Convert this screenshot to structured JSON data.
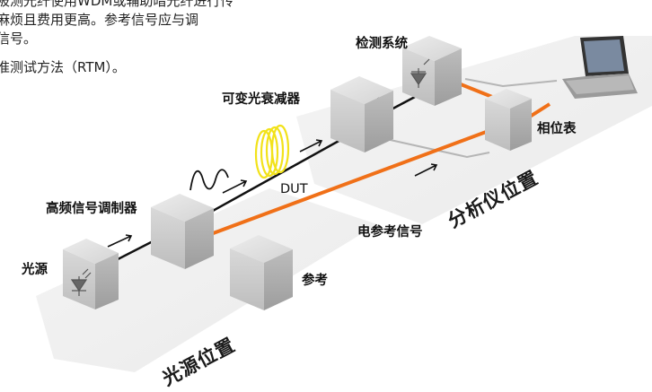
{
  "intro": {
    "line1": "被测光纤使用WDM或辅助暗光纤进行传",
    "line2": "麻烦且费用更高。参考信号应与调",
    "line3": "信号。",
    "line4": "准测试方法（RTM）。"
  },
  "labels": {
    "detection_system": "检测系统",
    "attenuator": "可变光衰减器",
    "phase_meter": "相位表",
    "dut": "DUT",
    "modulator": "高频信号调制器",
    "light_source": "光源",
    "electrical_reference": "电参考信号",
    "reference": "参考",
    "analyzer_location": "分析仪位置",
    "source_location": "光源位置"
  },
  "colors": {
    "fiber": "#111111",
    "reference_line": "#f07018",
    "dut_coil": "#f2e21a",
    "box_light": "#e0e0e0",
    "box_mid": "#c8c8c8",
    "box_dark": "#a8a8a8",
    "floor": "#f1f1f1"
  }
}
